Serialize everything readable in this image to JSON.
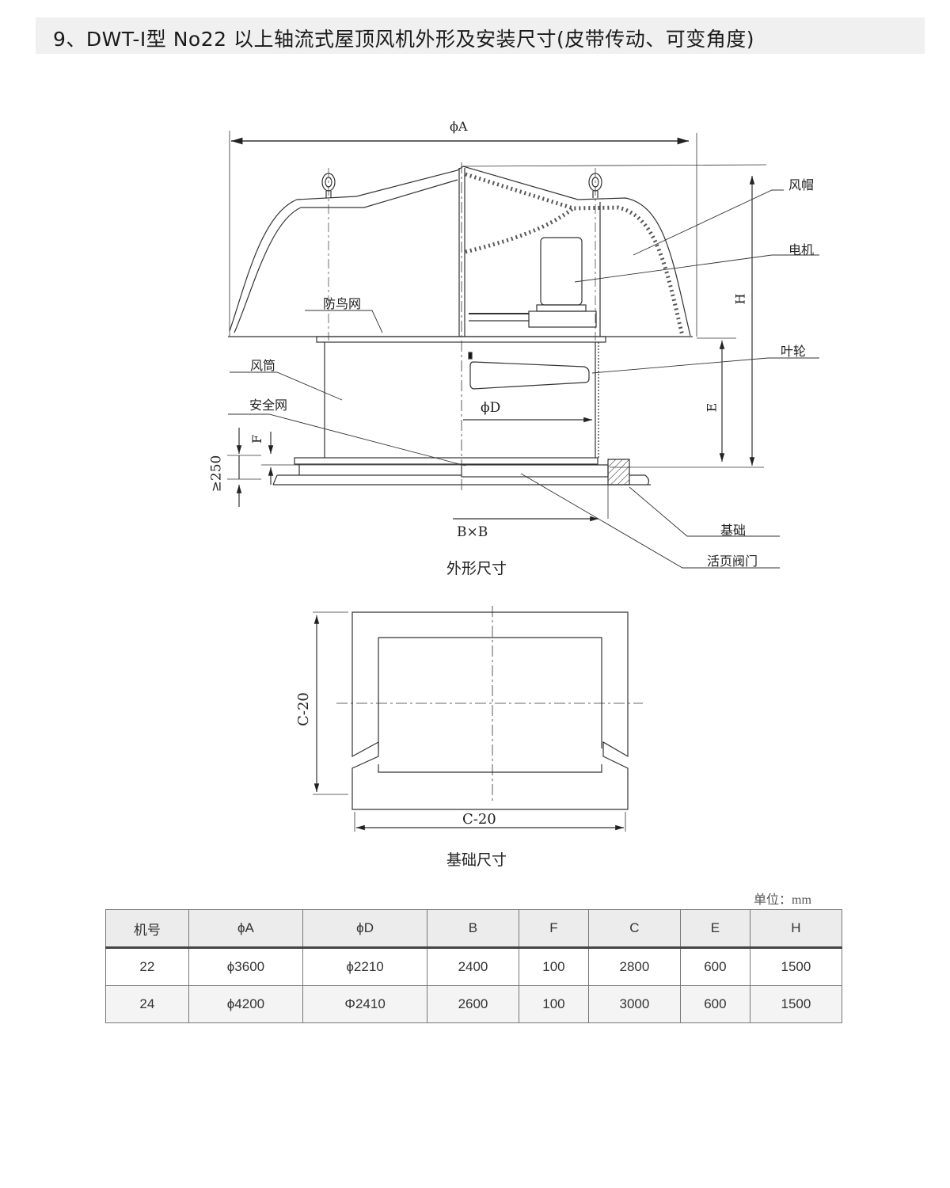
{
  "title": "9、DWT-I型 No22 以上轴流式屋顶风机外形及安装尺寸(皮带传动、可变角度)",
  "outline_drawing": {
    "caption": "外形尺寸",
    "dimensions": {
      "phiA": "ϕA",
      "phiD": "ϕD",
      "H": "H",
      "E": "E",
      "F": "F",
      "min250": "≥250",
      "BxB": "B×B"
    },
    "labels": {
      "hood": "风帽",
      "motor": "电机",
      "impeller": "叶轮",
      "bird_mesh": "防鸟网",
      "duct": "风筒",
      "safety_mesh": "安全网",
      "foundation": "基础",
      "hinged_damper": "活页阀门"
    }
  },
  "foundation_drawing": {
    "caption": "基础尺寸",
    "dim_vertical": "C-20",
    "dim_horizontal": "C-20"
  },
  "table": {
    "unit": "单位：mm",
    "headers": [
      "机号",
      "ϕA",
      "ϕD",
      "B",
      "F",
      "C",
      "E",
      "H"
    ],
    "rows": [
      [
        "22",
        "ϕ3600",
        "ϕ2210",
        "2400",
        "100",
        "2800",
        "600",
        "1500"
      ],
      [
        "24",
        "ϕ4200",
        "Φ2410",
        "2600",
        "100",
        "3000",
        "600",
        "1500"
      ]
    ]
  }
}
